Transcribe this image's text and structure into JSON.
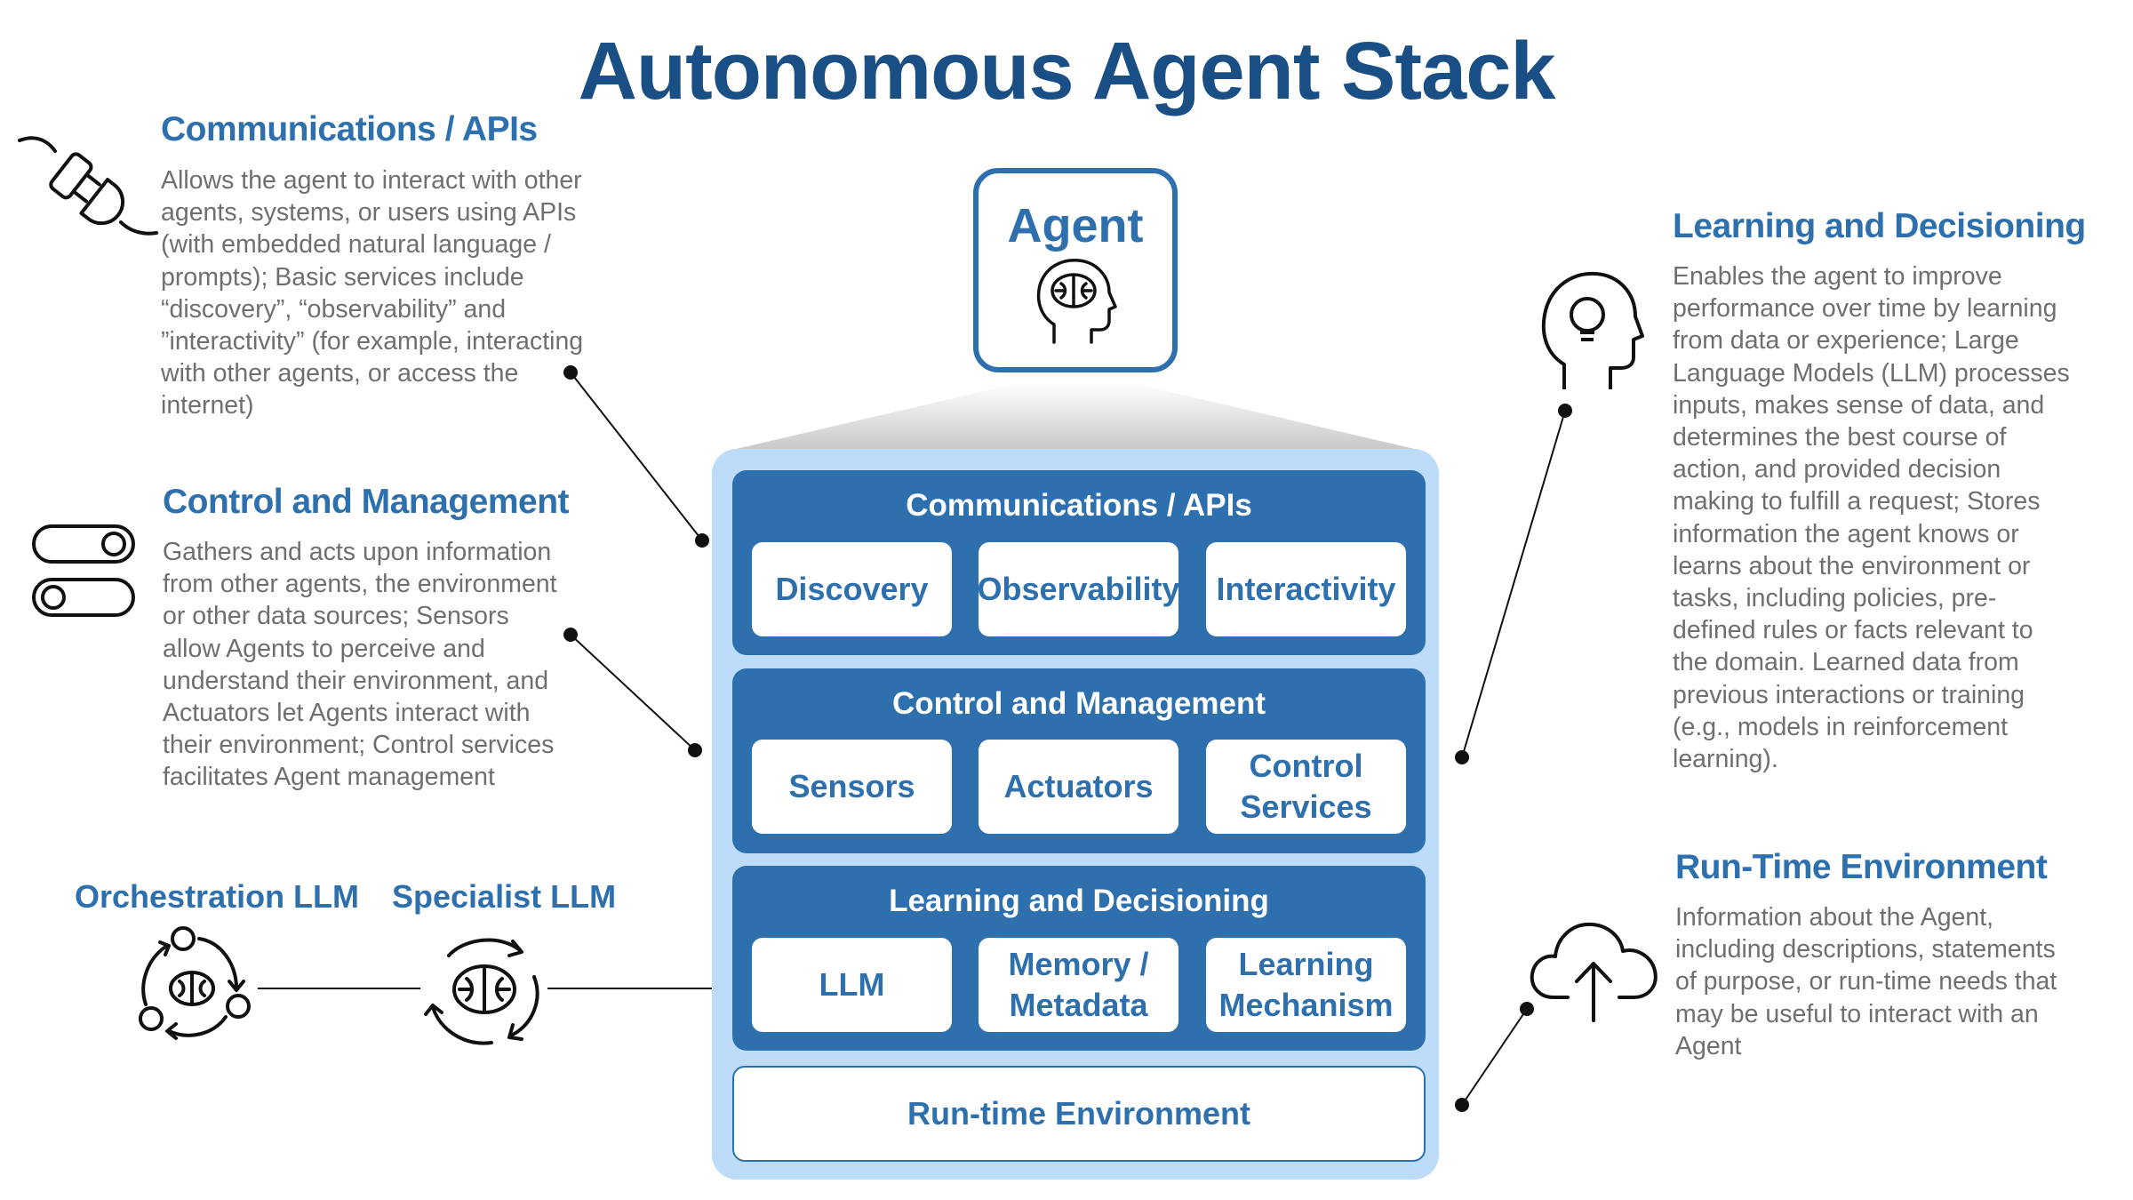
{
  "title": "Autonomous Agent Stack",
  "agent": {
    "label": "Agent",
    "icon": "brain-head-icon"
  },
  "left": {
    "comms": {
      "heading": "Communications / APIs",
      "lines": [
        "Allows the agent to interact with other",
        "agents, systems, or users using APIs",
        "(with embedded natural language /",
        "prompts); Basic services include",
        "“discovery”, “observability” and",
        "”interactivity” (for example, interacting",
        "with other agents, or access the",
        "internet)"
      ],
      "icon": "plug-icon"
    },
    "control": {
      "heading": "Control and Management",
      "lines": [
        "Gathers and acts upon information",
        "from other agents, the environment",
        "or other data sources; Sensors",
        "allow Agents to perceive and",
        "understand their environment, and",
        "Actuators let Agents interact with",
        "their environment; Control services",
        "facilitates Agent management"
      ],
      "icon": "toggle-switches-icon"
    }
  },
  "right": {
    "learning": {
      "heading": "Learning and Decisioning",
      "lines": [
        "Enables the agent to improve",
        "performance over time by learning",
        "from data or experience; Large",
        "Language Models (LLM) processes",
        "inputs, makes sense of data, and",
        "determines the best course of",
        "action, and provided decision",
        "making to fulfill a request; Stores",
        "information the agent knows or",
        "learns about the environment or",
        "tasks, including policies, pre-",
        "defined rules or facts relevant to",
        "the domain. Learned data from",
        "previous interactions or training",
        "(e.g., models in reinforcement",
        "learning)."
      ],
      "icon": "lightbulb-head-icon"
    },
    "runtime": {
      "heading": "Run-Time Environment",
      "lines": [
        "Information about the Agent,",
        "including descriptions, statements",
        "of purpose, or run-time needs that",
        "may be useful to interact with an",
        "Agent"
      ],
      "icon": "cloud-upload-icon"
    }
  },
  "stack": {
    "layers": [
      {
        "title": "Communications / APIs",
        "chips": [
          [
            "Discovery"
          ],
          [
            "Observability"
          ],
          [
            "Interactivity"
          ]
        ]
      },
      {
        "title": "Control and Management",
        "chips": [
          [
            "Sensors"
          ],
          [
            "Actuators"
          ],
          [
            "Control",
            "Services"
          ]
        ]
      },
      {
        "title": "Learning and Decisioning",
        "chips": [
          [
            "LLM"
          ],
          [
            "Memory /",
            "Metadata"
          ],
          [
            "Learning",
            "Mechanism"
          ]
        ]
      }
    ],
    "runtime": "Run-time Environment"
  },
  "llms": {
    "orchestration": {
      "label": "Orchestration LLM",
      "icon": "orchestration-cycle-icon"
    },
    "specialist": {
      "label": "Specialist LLM",
      "icon": "specialist-brain-cycle-icon"
    }
  },
  "colors": {
    "title": "#1a4f86",
    "accent": "#2d70ad",
    "stack_bg": "#bcdcf9",
    "text_gray": "#6f6f6f"
  }
}
